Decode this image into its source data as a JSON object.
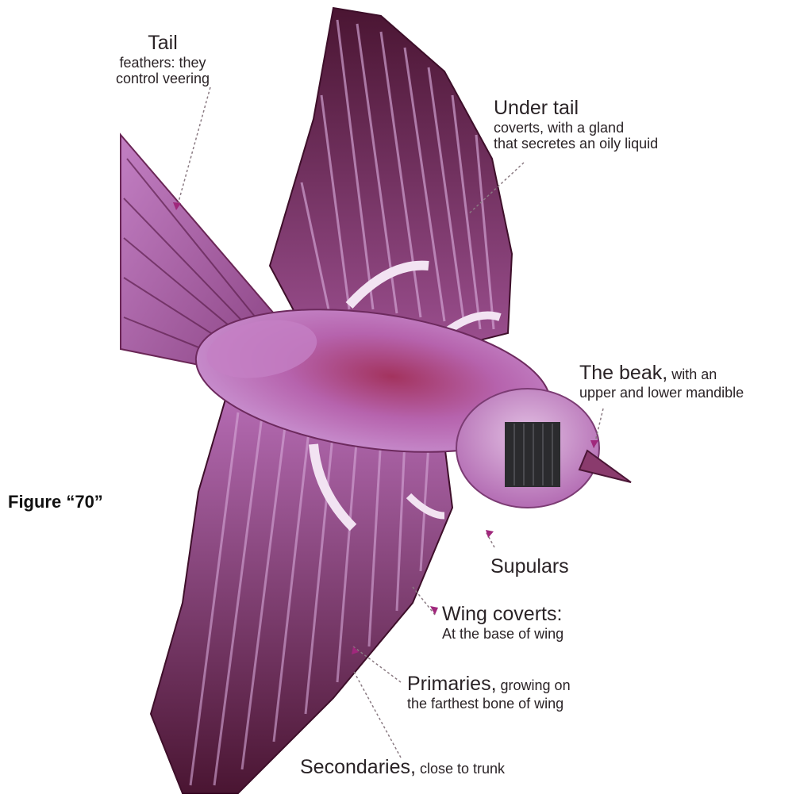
{
  "figure_label": "Figure “70”",
  "colors": {
    "feather_dark": "#5a1b3e",
    "feather_mid": "#8e3f7c",
    "feather_light": "#c98bd0",
    "body": "#b763b0",
    "breast": "#a0305c",
    "leader": "#8a7a82",
    "marker": "#a0287c"
  },
  "labels": {
    "tail": {
      "title": "Tail",
      "line1": "feathers: they",
      "line2": "control veering"
    },
    "under_tail": {
      "title": "Under tail",
      "line1": "coverts, with a gland",
      "line2": "that secretes an oily liquid"
    },
    "beak": {
      "title": "The beak,",
      "title_rest": " with an",
      "line2": "upper and lower mandible"
    },
    "supulars": {
      "title": "Supulars"
    },
    "wing_coverts": {
      "title": "Wing coverts:",
      "line1": "At the base of wing"
    },
    "primaries": {
      "title": "Primaries,",
      "title_rest": " growing on",
      "line2": "the farthest bone of wing"
    },
    "secondaries": {
      "title": "Secondaries,",
      "title_rest": " close to trunk"
    }
  }
}
